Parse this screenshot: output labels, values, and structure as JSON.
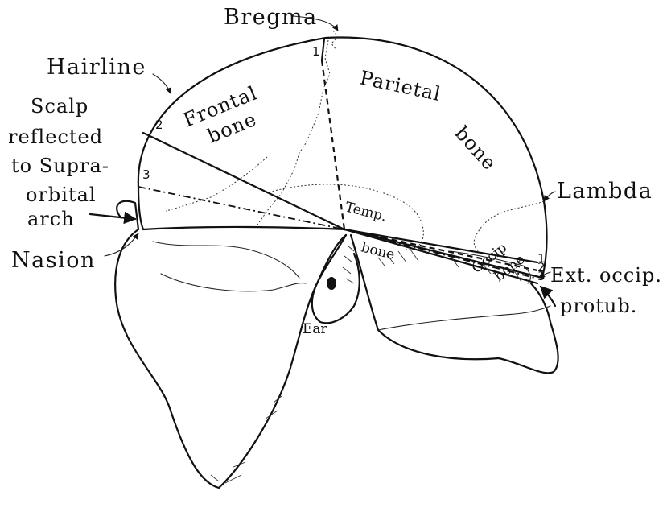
{
  "labels": {
    "bregma": "Bregma",
    "hairline": "Hairline",
    "scalp_line1": "Scalp",
    "scalp_line2": "reflected",
    "scalp_line3": "to Supra-",
    "scalp_line4": "orbital",
    "scalp_line5": "arch",
    "nasion": "Nasion",
    "frontal_1": "Frontal",
    "frontal_2": "bone",
    "parietal_1": "Parietal",
    "parietal_2": "bone",
    "temp_1": "Temp.",
    "temp_2": "bone",
    "occip_1": "Occip",
    "occip_2": "bone",
    "lambda": "Lambda",
    "ext_occip_1": "Ext. occip.",
    "ext_occip_2": "protub.",
    "ear": "Ear"
  },
  "numbers": {
    "front_1": "1",
    "front_2": "2",
    "front_3": "3",
    "back_1": "1",
    "back_2": "2",
    "back_3": "3"
  },
  "colors": {
    "ink": "#111111",
    "paper": "#ffffff"
  }
}
